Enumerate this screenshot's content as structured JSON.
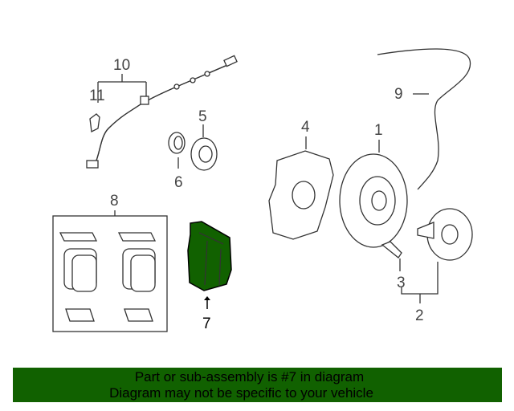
{
  "callouts": {
    "c1": "1",
    "c2": "2",
    "c3": "3",
    "c4": "4",
    "c5": "5",
    "c6": "6",
    "c7": "7",
    "c8": "8",
    "c9": "9",
    "c10": "10",
    "c11": "11"
  },
  "highlight_color": "#116100",
  "banner": {
    "line1": "Part or sub-assembly is #7 in diagram",
    "line2": "Diagram may not be specific to your vehicle"
  }
}
